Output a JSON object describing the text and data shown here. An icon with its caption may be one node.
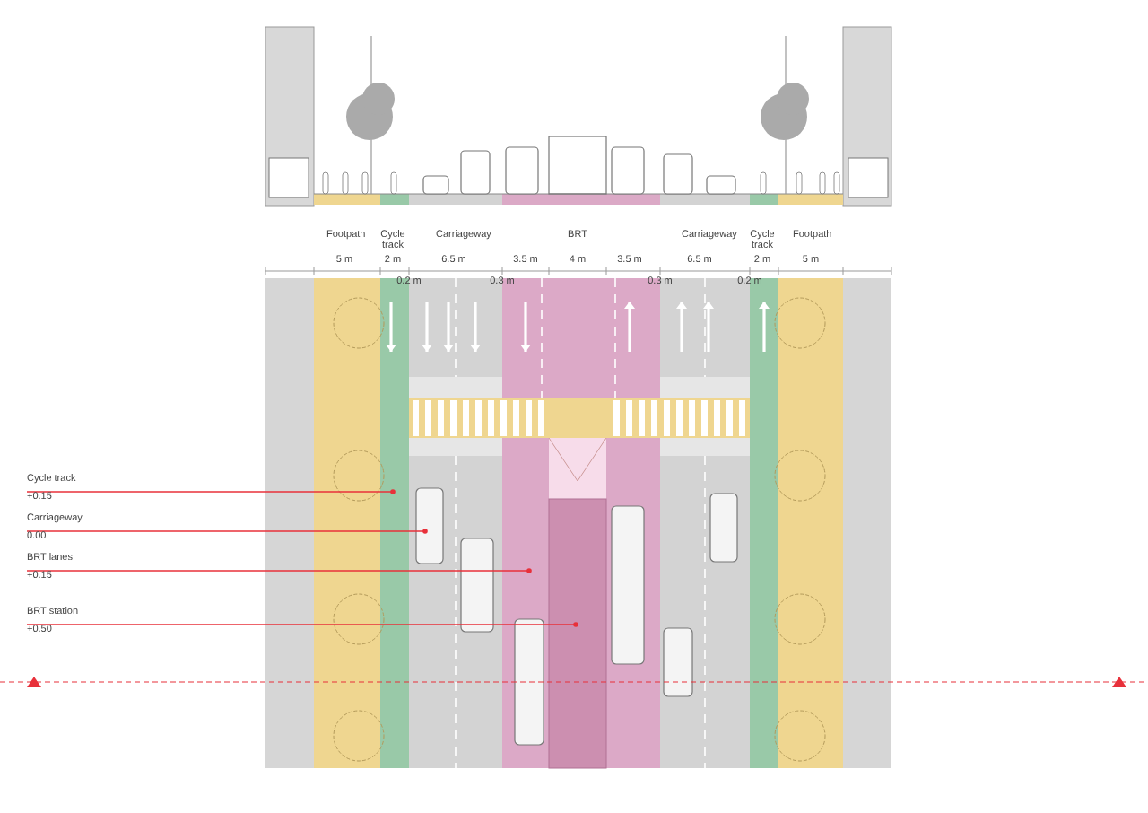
{
  "diagram": {
    "nodes": [
      {
        "text": [
          "Cycle track",
          "+0.15"
        ]
      },
      {
        "text": [
          "Carriageway",
          "0.00"
        ]
      },
      {
        "text": [
          "BRT lanes",
          "+0.15"
        ]
      },
      {
        "text": [
          "BRT station",
          "+0.50"
        ]
      }
    ],
    "edges": [
      {
        "from": 0,
        "to": null,
        "arrow": "other",
        "color": "#e8303a"
      },
      {
        "from": 1,
        "to": null,
        "arrow": "other",
        "color": "#e8303a"
      },
      {
        "from": 2,
        "to": null,
        "arrow": "other",
        "color": "#e8303a"
      },
      {
        "from": 3,
        "to": null,
        "arrow": "other",
        "color": "#e8303a"
      }
    ],
    "labels": [
      "Footpath",
      "Cycle track",
      "Carriageway",
      "BRT",
      "Carriageway",
      "Cycle track",
      "Footpath",
      "5 m",
      "2 m",
      "6.5 m",
      "3.5 m",
      "4 m",
      "3.5 m",
      "6.5 m",
      "2 m",
      "5 m",
      "0.2 m",
      "0.3 m",
      "0.3 m",
      "0.2 m"
    ]
  }
}
